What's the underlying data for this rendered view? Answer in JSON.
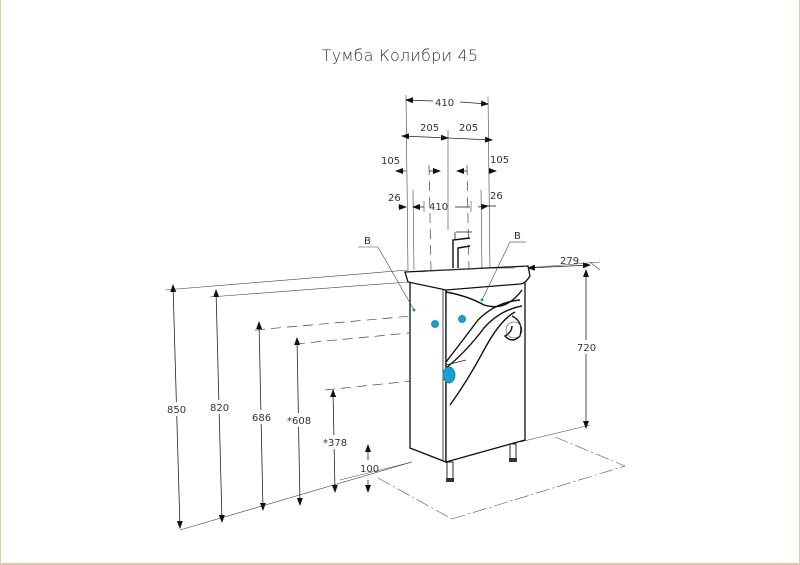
{
  "title": "Тумба Колибри 45",
  "colors": {
    "frame_border": "#e6c79c",
    "line": "#222222",
    "accent_mounting_points": "#1a9fd0",
    "background": "#ffffff"
  },
  "dimensions": {
    "top_width_total": "410",
    "top_half_left": "205",
    "top_half_right": "205",
    "offset_left": "105",
    "offset_right": "105",
    "edge_left": "26",
    "edge_right": "26",
    "inner_width": "410",
    "depth": "279",
    "height_total": "850",
    "height_countertop": "820",
    "height_mount_1": "686",
    "height_mount_2": "*608",
    "height_mount_3": "*378",
    "cabinet_height": "720",
    "leg_height": "100"
  },
  "labels": {
    "callout_left": "В",
    "callout_right": "В"
  },
  "icons": {
    "mounting_point": "blue-circle-marker",
    "faucet": "faucet-outline"
  }
}
